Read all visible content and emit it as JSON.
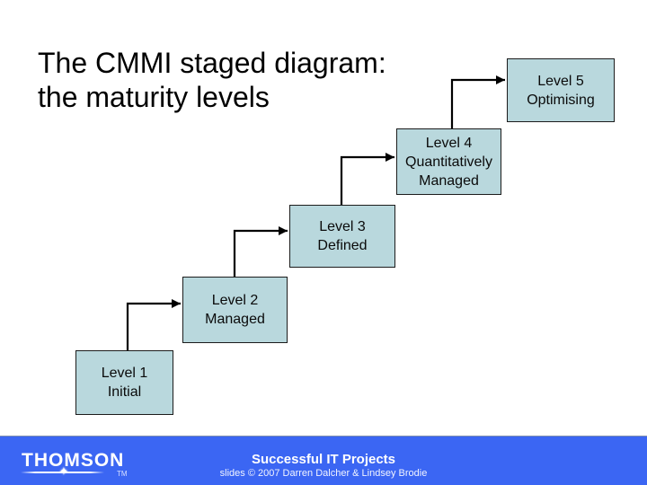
{
  "slide": {
    "title_line1": "The CMMI staged diagram:",
    "title_line2": "the maturity levels"
  },
  "levels": [
    {
      "name": "Level 1",
      "desc": "Initial"
    },
    {
      "name": "Level 2",
      "desc": "Managed"
    },
    {
      "name": "Level 3",
      "desc": "Defined"
    },
    {
      "name": "Level 4",
      "desc": "Quantitatively Managed"
    },
    {
      "name": "Level 5",
      "desc": "Optimising"
    }
  ],
  "footer": {
    "logo_text": "THOMSON",
    "trademark": "TM",
    "star_icon": "✦",
    "course_title": "Successful IT Projects",
    "credits": "slides © 2007 Darren Dalcher & Lindsey Brodie"
  },
  "colors": {
    "box_fill": "#b9d8dd",
    "box_border": "#1c1c1c",
    "connector": "#000000",
    "footer_bar": "#3b66f3",
    "title_text": "#000000"
  }
}
